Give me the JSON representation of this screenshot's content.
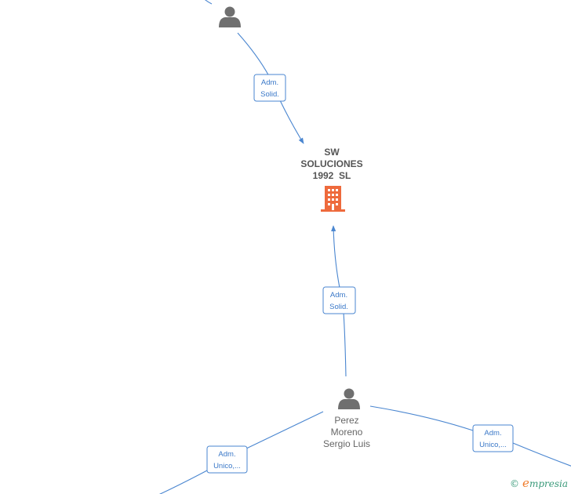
{
  "nodes": {
    "company": {
      "name_lines": [
        "SW",
        "SOLUCIONES",
        "1992  SL"
      ]
    },
    "person_main": {
      "name_lines": [
        "Perez",
        "Moreno",
        "Sergio Luis"
      ]
    }
  },
  "edges": {
    "top": [
      "Adm.",
      "Solid."
    ],
    "middle": [
      "Adm.",
      "Solid."
    ],
    "left": [
      "Adm.",
      "Unico,..."
    ],
    "right": [
      "Adm.",
      "Unico,..."
    ]
  },
  "brand": {
    "copyright": "©",
    "e": "e",
    "rest": "mpresia"
  },
  "colors": {
    "edge": "#4a86d0",
    "company": "#ee6a3c",
    "person": "#6f6f6f"
  }
}
